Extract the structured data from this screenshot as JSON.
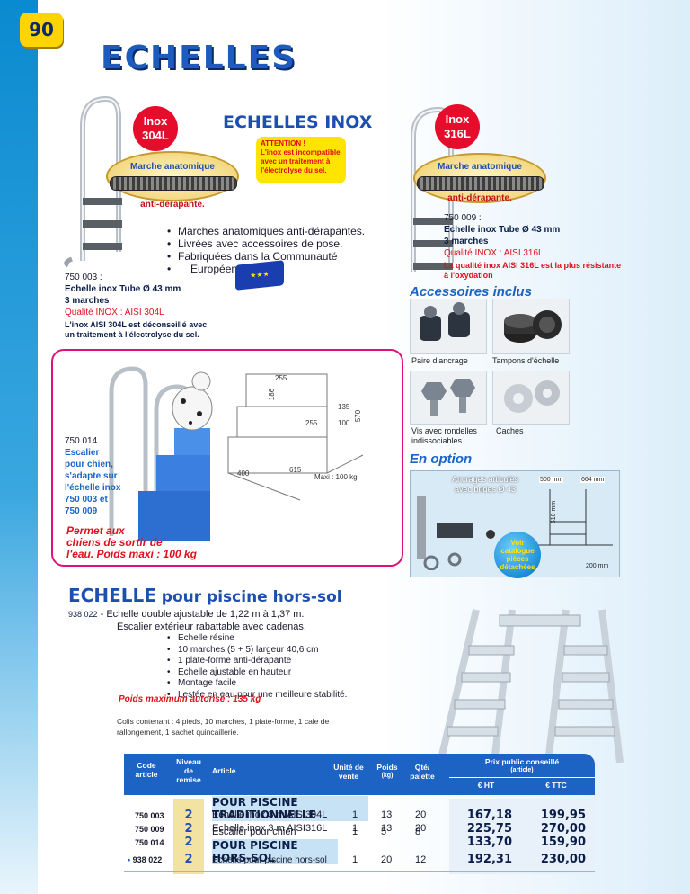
{
  "page_number": "90",
  "title": "ECHELLES",
  "inox": {
    "section_title": "ECHELLES INOX",
    "badge_left": [
      "Inox",
      "304L"
    ],
    "badge_right": [
      "Inox",
      "316L"
    ],
    "warning": [
      "ATTENTION !",
      "L'inox est incompatible",
      "avec un traitement à",
      "l'électrolyse du sel."
    ],
    "tread_top": "Marche anatomique",
    "tread_bottom": "anti-dérapante.",
    "features": [
      "Marches anatomiques anti-dérapantes.",
      "Livrées avec accessoires de pose.",
      "Fabriquées dans la Communauté",
      "Européenne."
    ],
    "left_product": {
      "ref": "750 003 :",
      "name": "Echelle inox Tube Ø 43 mm",
      "steps": "3 marches",
      "quality": "Qualité INOX : AISI 304L",
      "note": [
        "L'inox AISI 304L est déconseillé avec",
        "un traitement à l'électrolyse du sel."
      ]
    },
    "right_product": {
      "ref": "750 009 :",
      "name": "Echelle inox Tube Ø 43 mm",
      "steps": "3 marches",
      "quality": "Qualité INOX : AISI 316L",
      "note": [
        "La qualité inox AISI 316L est la plus résistante",
        "à l'oxydation"
      ]
    }
  },
  "accessories": {
    "title": "Accessoires inclus",
    "items": [
      "Paire d'ancrage",
      "Tampons d'échelle",
      "Vis avec rondelles",
      "indissociables",
      "Caches"
    ]
  },
  "dog": {
    "ref": "750 014",
    "lines": [
      "Escalier",
      "pour chien,",
      "s'adapte sur",
      "l'échelle inox",
      "750 003 et",
      "750 009"
    ],
    "slogan": [
      "Permet aux",
      "chiens de sortir de",
      "l'eau. Poids maxi : 100 kg"
    ],
    "dims": [
      "255",
      "135",
      "186",
      "255",
      "100",
      "570",
      "400",
      "615"
    ],
    "max_label": "Maxi : 100 kg"
  },
  "option": {
    "title": "En option",
    "caption": [
      "Ancrages articulés",
      "avec brides Ø 43"
    ],
    "dims": [
      "500 mm",
      "664 mm",
      "610 mm",
      "200 mm"
    ],
    "voir": [
      "Voir",
      "catalogue",
      "pièces",
      "détachées"
    ]
  },
  "hors_sol": {
    "title_bold": "ECHELLE",
    "title_rest": " pour piscine hors-sol",
    "ref": "938 022",
    "desc1": " - Echelle double ajustable de 1,22 m à 1,37 m.",
    "desc2": "Escalier extérieur rabattable avec cadenas.",
    "bullets": [
      "Echelle résine",
      "10 marches (5 + 5) largeur 40,6 cm",
      "1 plate-forme anti-dérapante",
      "Echelle ajustable en hauteur",
      "Montage facile",
      "Lestée en eau pour une meilleure stabilité."
    ],
    "max": "Poids maximum autorisé : 135 kg",
    "colis": [
      "Colis contenant : 4 pieds, 10 marches, 1 plate-forme, 1 cale de",
      "rallongement, 1 sachet quincaillerie."
    ]
  },
  "table": {
    "headers": {
      "code": [
        "Code",
        "article"
      ],
      "niveau": [
        "Niveau",
        "de",
        "remise"
      ],
      "article": "Article",
      "unite": [
        "Unité de",
        "vente"
      ],
      "poids": "Poids",
      "poids_unit": "(kg)",
      "qte": [
        "Qté/",
        "palette"
      ],
      "prix": "Prix public conseillé",
      "prix_sub": "(article)",
      "ht": "€ HT",
      "ttc": "€ TTC"
    },
    "cat1": "POUR PISCINE TRADITIONNELLE",
    "cat2": "POUR PISCINE HORS-SOL",
    "rows": [
      {
        "code": "750 003",
        "lvl": "2",
        "article": "Echelle inox 3 m AISI304L",
        "unite": "1",
        "poids": "13",
        "qte": "20",
        "ht": "167,18",
        "ttc": "199,95"
      },
      {
        "code": "750 009",
        "lvl": "2",
        "article": "Echelle inox 3 m AISI316L",
        "unite": "1",
        "poids": "13",
        "qte": "20",
        "ht": "225,75",
        "ttc": "270,00"
      },
      {
        "code": "750 014",
        "lvl": "2",
        "article": "Escalier pour chien",
        "unite": "1",
        "poids": "5",
        "qte": "8",
        "ht": "133,70",
        "ttc": "159,90"
      },
      {
        "code": "938 022",
        "lvl": "2",
        "article": "Echelle pour piscine hors-sol",
        "unite": "1",
        "poids": "20",
        "qte": "12",
        "ht": "192,31",
        "ttc": "230,00"
      }
    ],
    "row_marker": "•"
  },
  "colors": {
    "accent": "#1d5bbf",
    "red": "#e0101f",
    "yellow": "#ffe400",
    "magenta": "#e0107a"
  }
}
